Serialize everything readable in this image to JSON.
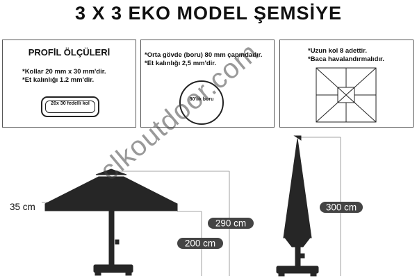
{
  "title": "3 X 3 EKO MODEL ŞEMSİYE",
  "profile_box": {
    "heading": "PROFİL ÖLÇÜLERİ",
    "note_1": "*Kollar 20 mm x 30 mm'dir.",
    "note_2": "*Et kalınlığı 1.2 mm'dir.",
    "profile_label": "20x 30 fedelli kol"
  },
  "tube_box": {
    "note_1": "*Orta gövde (boru) 80 mm çapındadır.",
    "note_2": "*Et kalınlığı 2,5 mm'dir.",
    "tube_label": "80'lik boru"
  },
  "vent_box": {
    "note_1": "*Uzun kol 8 adettir.",
    "note_2": "*Baca havalandırmalıdır."
  },
  "dimensions": {
    "canopy_edge": "35 cm",
    "total_height": "290 cm",
    "clearance_height": "200 cm",
    "closed_height": "300 cm"
  },
  "watermark": "clkoutdoor.com",
  "colors": {
    "umbrella_fill": "#262626",
    "line": "#555555",
    "label_bg": "#444444"
  }
}
